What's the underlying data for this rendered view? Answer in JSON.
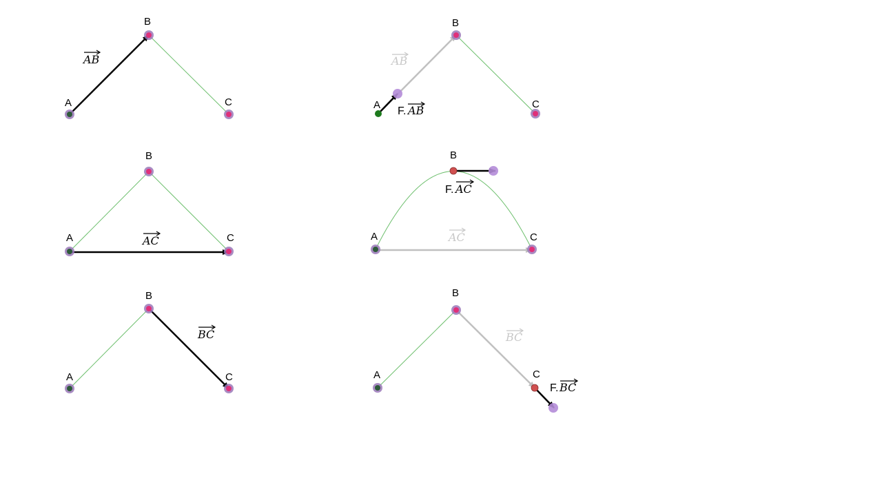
{
  "colors": {
    "path_line": "#6dbf6d",
    "vector": "#000000",
    "faded_vector": "#c0c0c0",
    "faded_text": "#c8c8c8",
    "point_pink": "#e0307a",
    "point_ring": "#9a78b8",
    "point_dark": "#2e5a3a",
    "point_green": "#1d7a1d",
    "point_red": "#d05050",
    "point_handle": "#b48cd8"
  },
  "panels": [
    {
      "id": "ab-left",
      "points": [
        {
          "label": "A",
          "style": "dark"
        },
        {
          "label": "B",
          "style": "pink"
        },
        {
          "label": "C",
          "style": "pink"
        }
      ],
      "vector_label": "AB",
      "vector_faded": false,
      "force_label": ""
    },
    {
      "id": "ab-right",
      "points": [
        {
          "label": "A",
          "style": "green"
        },
        {
          "label": "B",
          "style": "pink"
        },
        {
          "label": "C",
          "style": "pink"
        }
      ],
      "vector_label": "AB",
      "vector_faded": true,
      "force_prefix": "F.",
      "force_label": "AB"
    },
    {
      "id": "ac-left",
      "points": [
        {
          "label": "A",
          "style": "dark"
        },
        {
          "label": "B",
          "style": "pink"
        },
        {
          "label": "C",
          "style": "pink"
        }
      ],
      "vector_label": "AC",
      "vector_faded": false,
      "force_label": ""
    },
    {
      "id": "ac-right",
      "points": [
        {
          "label": "A",
          "style": "dark"
        },
        {
          "label": "B",
          "style": "red"
        },
        {
          "label": "C",
          "style": "pink"
        }
      ],
      "vector_label": "AC",
      "vector_faded": true,
      "force_prefix": "F.",
      "force_label": "AC"
    },
    {
      "id": "bc-left",
      "points": [
        {
          "label": "A",
          "style": "dark"
        },
        {
          "label": "B",
          "style": "pink"
        },
        {
          "label": "C",
          "style": "pink"
        }
      ],
      "vector_label": "BC",
      "vector_faded": false,
      "force_label": ""
    },
    {
      "id": "bc-right",
      "points": [
        {
          "label": "A",
          "style": "dark"
        },
        {
          "label": "B",
          "style": "pink"
        },
        {
          "label": "C",
          "style": "red"
        }
      ],
      "vector_label": "BC",
      "vector_faded": true,
      "force_prefix": "F.",
      "force_label": "BC"
    }
  ]
}
